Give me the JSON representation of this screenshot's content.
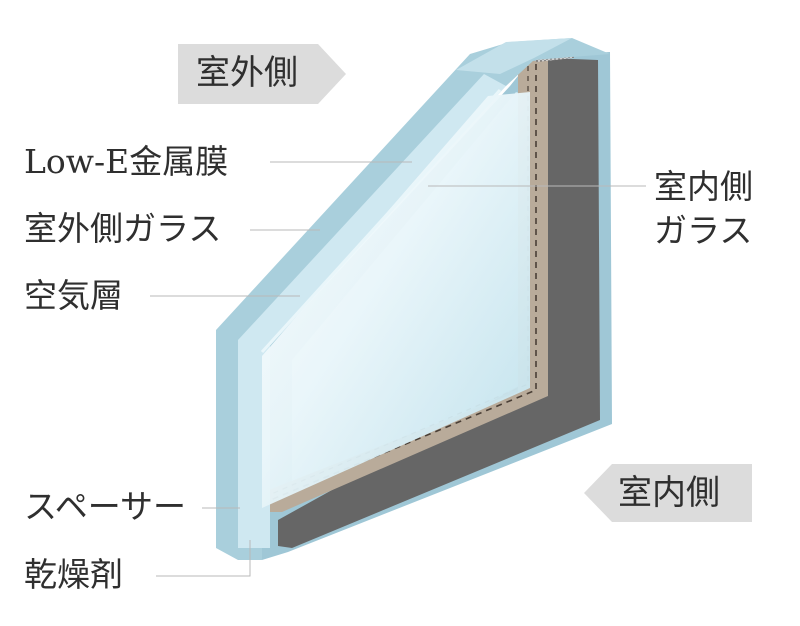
{
  "tags": {
    "outdoor": "室外側",
    "indoor": "室内側"
  },
  "labels": {
    "low_e": "Low-E金属膜",
    "outer_glass": "室外側ガラス",
    "air_layer": "空気層",
    "inner_glass_line1": "室内側",
    "inner_glass_line2": "ガラス",
    "spacer": "スペーサー",
    "desiccant": "乾燥剤"
  },
  "colors": {
    "glass_edge": "#a9cfdc",
    "glass_face": "#d8eef5",
    "spacer": "#b9ab9a",
    "frame_dark": "#666666",
    "tag_bg": "#dcdcdc",
    "text": "#2f2f2f"
  }
}
